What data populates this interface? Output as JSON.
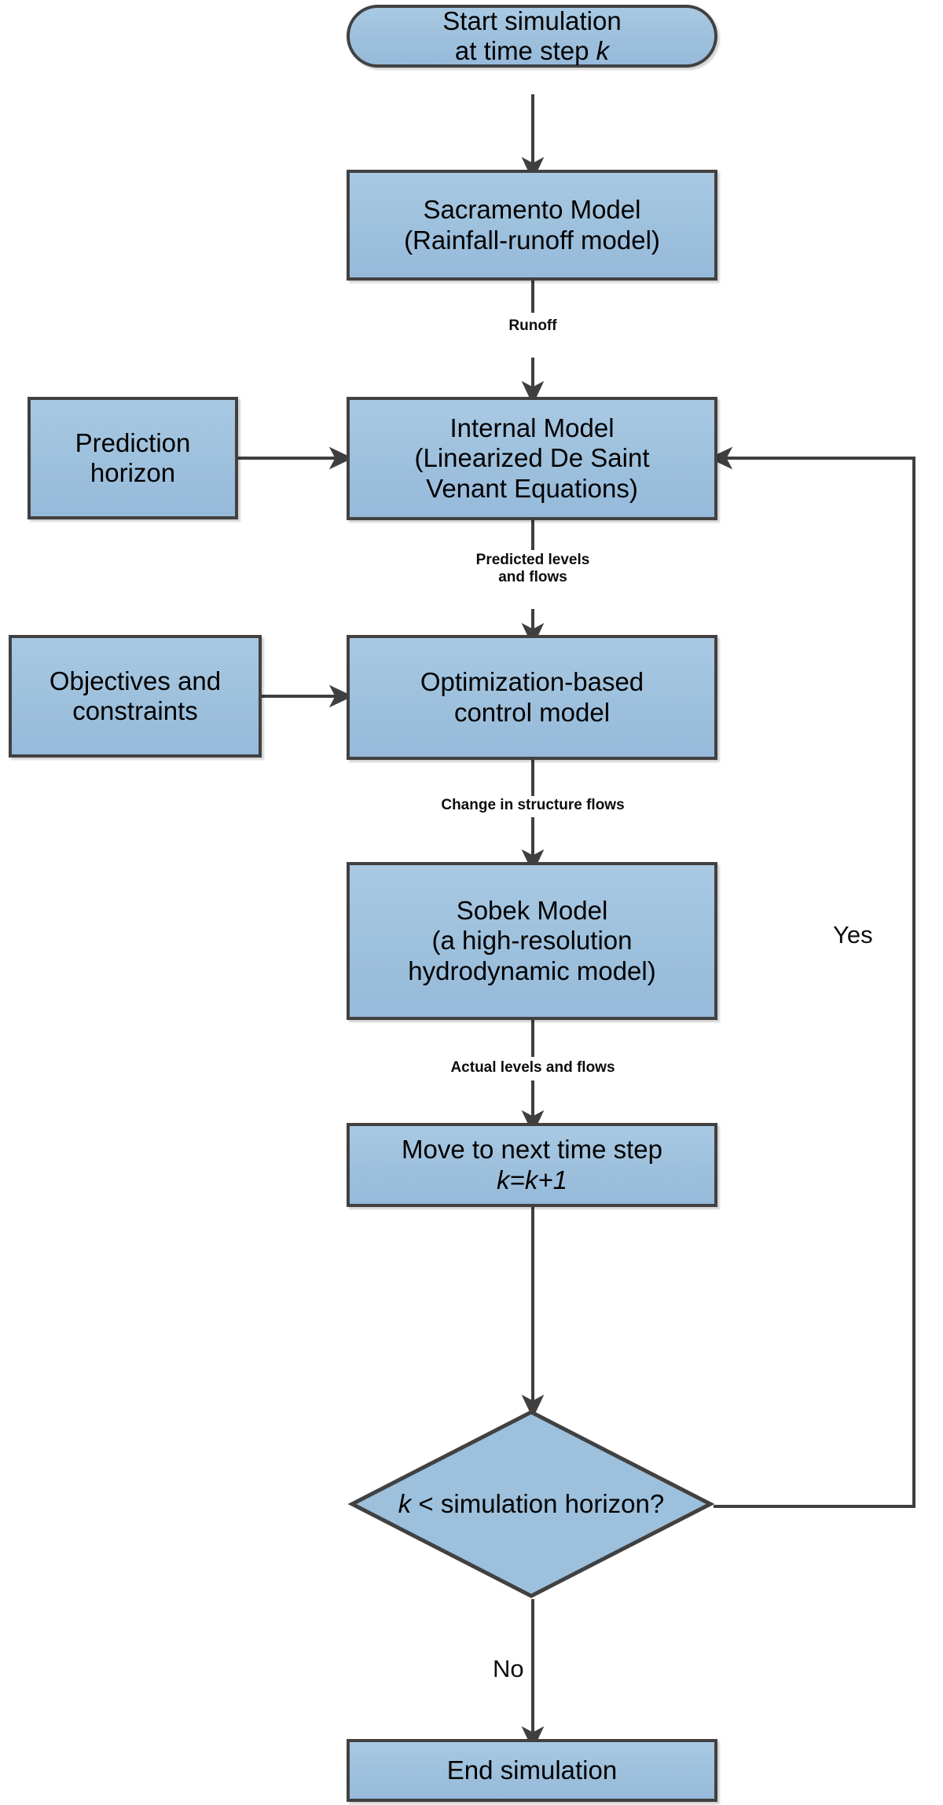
{
  "diagram": {
    "type": "flowchart",
    "title_text_present": false,
    "palette": {
      "node_fill": "#9dc0dc",
      "node_fill_light": "#a9c9e3",
      "node_border": "#414141",
      "connector": "#3f3f3f",
      "text": "#000000",
      "background": "#ffffff"
    }
  },
  "nodes": [
    {
      "id": "start",
      "name": "start-simulation-node",
      "shape": "terminator",
      "lines": [
        "Start simulation",
        "at time step k"
      ],
      "italic_tokens": [
        "k"
      ]
    },
    {
      "id": "sacramento",
      "name": "sacramento-model-node",
      "shape": "process",
      "lines": [
        "Sacramento Model",
        "(Rainfall-runoff model)"
      ]
    },
    {
      "id": "prediction-horizon",
      "name": "prediction-horizon-node",
      "shape": "process",
      "lines": [
        "Prediction",
        "horizon"
      ]
    },
    {
      "id": "internal-model",
      "name": "internal-model-node",
      "shape": "process",
      "lines": [
        "Internal Model",
        "(Linearized De Saint",
        "Venant Equations)"
      ]
    },
    {
      "id": "objectives",
      "name": "objectives-and-constraints-node",
      "shape": "process",
      "lines": [
        "Objectives and",
        "constraints"
      ]
    },
    {
      "id": "optimization",
      "name": "optimization-based-control-model-node",
      "shape": "process",
      "lines": [
        "Optimization-based",
        "control model"
      ]
    },
    {
      "id": "sobek",
      "name": "sobek-model-node",
      "shape": "process",
      "lines": [
        "Sobek Model",
        "(a high-resolution",
        "hydrodynamic model)"
      ]
    },
    {
      "id": "next-step",
      "name": "move-to-next-time-step-node",
      "shape": "process",
      "lines": [
        "Move to next time step",
        "k=k+1"
      ],
      "italic_lines": [
        1
      ]
    },
    {
      "id": "decision",
      "name": "simulation-horizon-decision-node",
      "shape": "diamond",
      "lines": [
        "k < simulation",
        "horizon?"
      ],
      "italic_tokens": [
        "k"
      ]
    },
    {
      "id": "end",
      "name": "end-simulation-node",
      "shape": "process",
      "lines": [
        "End simulation"
      ]
    }
  ],
  "node_text": {
    "start_l1": "Start simulation",
    "start_l2_pre": "at time step ",
    "start_l2_k": "k",
    "sacramento_l1": "Sacramento Model",
    "sacramento_l2": "(Rainfall-runoff model)",
    "prediction_l1": "Prediction",
    "prediction_l2": "horizon",
    "internal_l1": "Internal Model",
    "internal_l2": "(Linearized De Saint",
    "internal_l3": "Venant Equations)",
    "objectives_l1": "Objectives and",
    "objectives_l2": "constraints",
    "optimization_l1": "Optimization-based",
    "optimization_l2": "control model",
    "sobek_l1": "Sobek Model",
    "sobek_l2": "(a high-resolution",
    "sobek_l3": "hydrodynamic model)",
    "nextstep_l1": "Move to next time step",
    "nextstep_l2": "k=k+1",
    "decision_l1_k": "k",
    "decision_l1_rest": " < simulation",
    "decision_l2": "horizon?",
    "end_l1": "End simulation"
  },
  "edge_labels": [
    {
      "id": "runoff",
      "name": "edge-label-runoff",
      "text": "Runoff",
      "from": "sacramento",
      "to": "internal-model"
    },
    {
      "id": "predicted",
      "name": "edge-label-predicted-levels",
      "text": "Predicted levels\nand flows",
      "from": "internal-model",
      "to": "optimization"
    },
    {
      "id": "change",
      "name": "edge-label-change-in-structure",
      "text": "Change in structure flows",
      "from": "optimization",
      "to": "sobek"
    },
    {
      "id": "actual",
      "name": "edge-label-actual-levels",
      "text": "Actual levels and flows",
      "from": "sobek",
      "to": "next-step"
    }
  ],
  "branch_labels": [
    {
      "id": "yes",
      "name": "branch-label-yes",
      "text": "Yes",
      "from": "decision",
      "to": "internal-model"
    },
    {
      "id": "no",
      "name": "branch-label-no",
      "text": "No",
      "from": "decision",
      "to": "end"
    }
  ]
}
